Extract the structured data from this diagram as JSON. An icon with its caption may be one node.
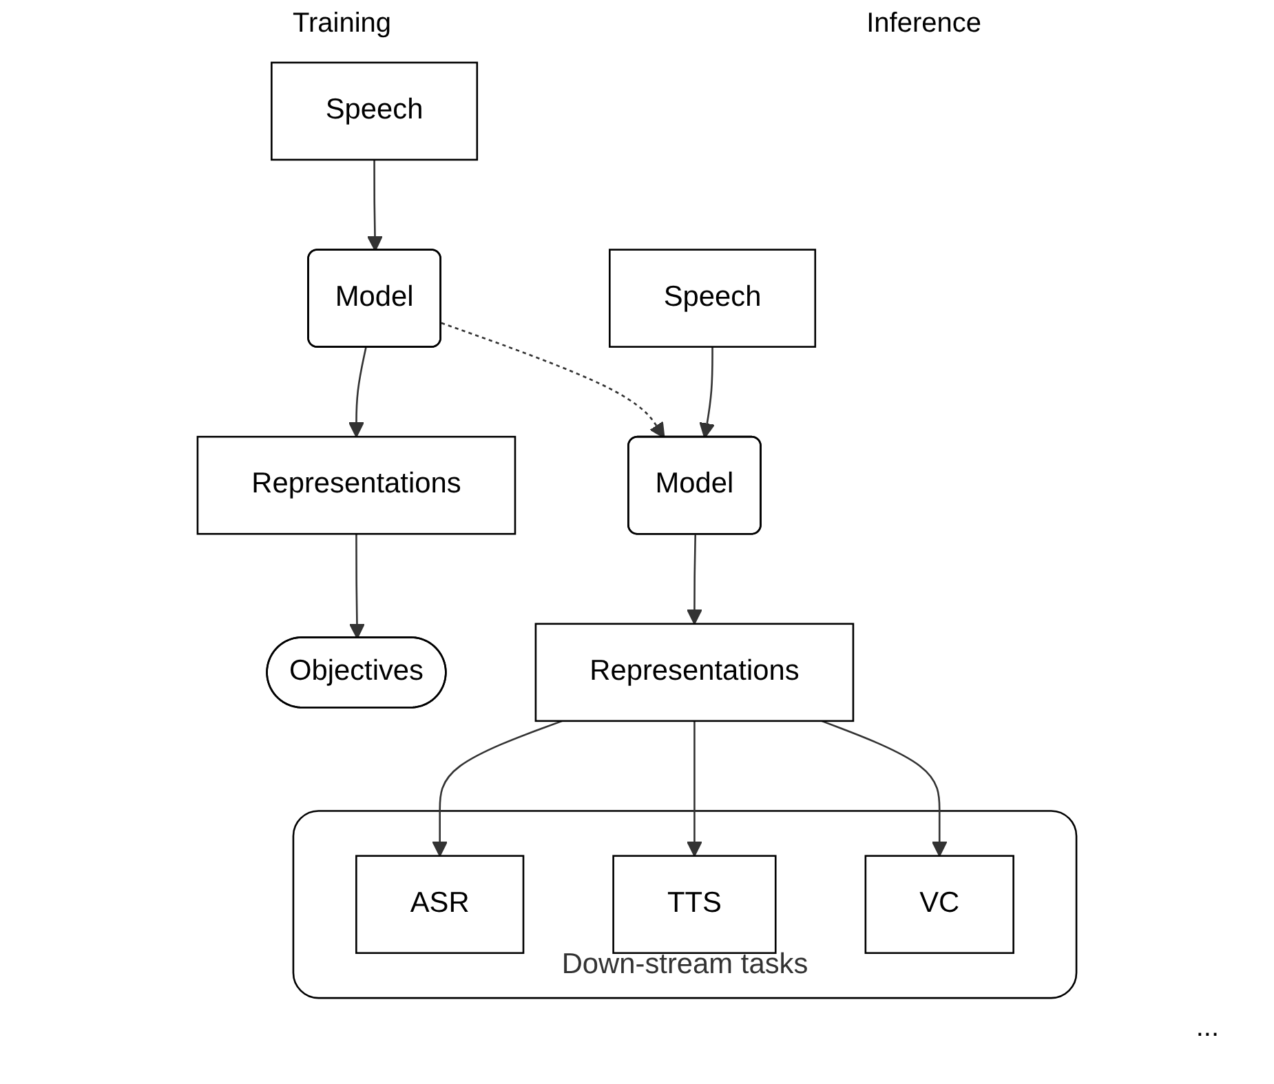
{
  "diagram": {
    "nodes": [
      {
        "text": [
          "Speech"
        ]
      },
      {
        "text": [
          "Model"
        ]
      },
      {
        "text": [
          "Representations"
        ]
      },
      {
        "text": [
          "Objectives"
        ]
      },
      {
        "text": [
          "Speech"
        ]
      },
      {
        "text": [
          "Model"
        ]
      },
      {
        "text": [
          "Representations"
        ]
      },
      {
        "text": [
          "Down-stream tasks"
        ]
      },
      {
        "text": [
          "ASR"
        ],
        "in": 7
      },
      {
        "text": [
          "TTS"
        ],
        "in": 7
      },
      {
        "text": [
          "VC"
        ],
        "in": 7
      }
    ],
    "edges": [
      {
        "from": 0,
        "to": 1,
        "arrow": "to"
      },
      {
        "from": 1,
        "to": 2,
        "arrow": "to"
      },
      {
        "from": 2,
        "to": 3,
        "arrow": "to"
      },
      {
        "from": 1,
        "to": 5,
        "arrow": "to",
        "style": "dashed"
      },
      {
        "from": 4,
        "to": 5,
        "arrow": "to"
      },
      {
        "from": 5,
        "to": 6,
        "arrow": "to"
      },
      {
        "from": 6,
        "to": 8,
        "arrow": "to"
      },
      {
        "from": 6,
        "to": 9,
        "arrow": "to"
      },
      {
        "from": 6,
        "to": 10,
        "arrow": "to"
      }
    ],
    "labels": [
      "Training",
      "Inference",
      "..."
    ]
  }
}
